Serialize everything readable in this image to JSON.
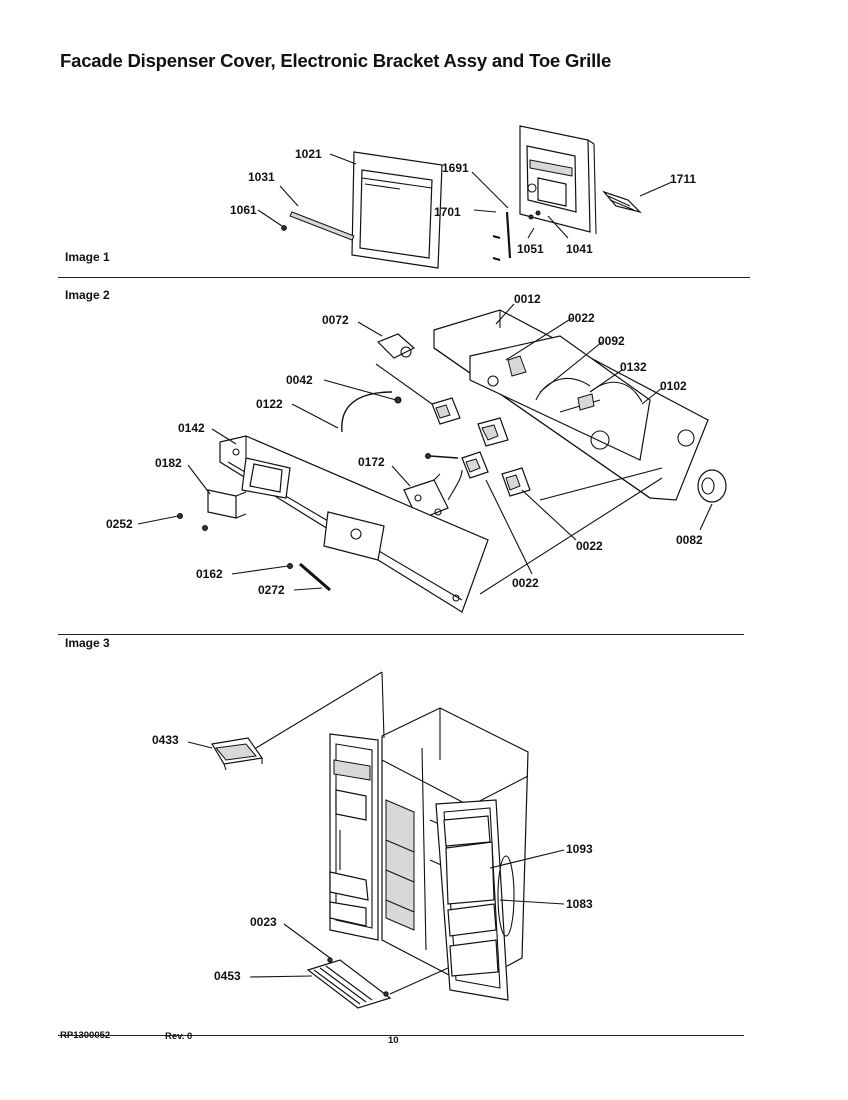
{
  "page": {
    "title": "Facade Dispenser Cover, Electronic Bracket Assy and Toe Grille"
  },
  "sections": [
    {
      "label": "Image 1"
    },
    {
      "label": "Image 2"
    },
    {
      "label": "Image 3"
    }
  ],
  "callouts": {
    "image1": [
      "1021",
      "1031",
      "1061",
      "1691",
      "1701",
      "1711",
      "1051",
      "1041"
    ],
    "image2": [
      "0012",
      "0072",
      "0022",
      "0092",
      "0132",
      "0042",
      "0102",
      "0122",
      "0142",
      "0182",
      "0172",
      "0252",
      "0022",
      "0082",
      "0162",
      "0022",
      "0272"
    ],
    "image3": [
      "0433",
      "1093",
      "1083",
      "0023",
      "0453"
    ]
  },
  "footer": {
    "doc_number": "RP1300052",
    "revision": "Rev. 0",
    "page_number": "10"
  }
}
